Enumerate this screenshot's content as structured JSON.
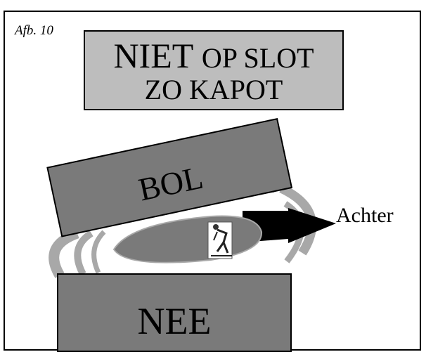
{
  "figure": {
    "caption": "Afb. 10"
  },
  "warning": {
    "line1_big": "NIET",
    "line1_small": "OP SLOT",
    "line2": "ZO KAPOT"
  },
  "boxes": {
    "top": "BOL",
    "bottom": "NEE"
  },
  "direction": {
    "label": "Achter"
  },
  "colors": {
    "warning_fill": "#bdbdbd",
    "box_fill": "#7a7a7a",
    "track_fill": "#a8a8a8",
    "arrow_fill": "#000000"
  }
}
